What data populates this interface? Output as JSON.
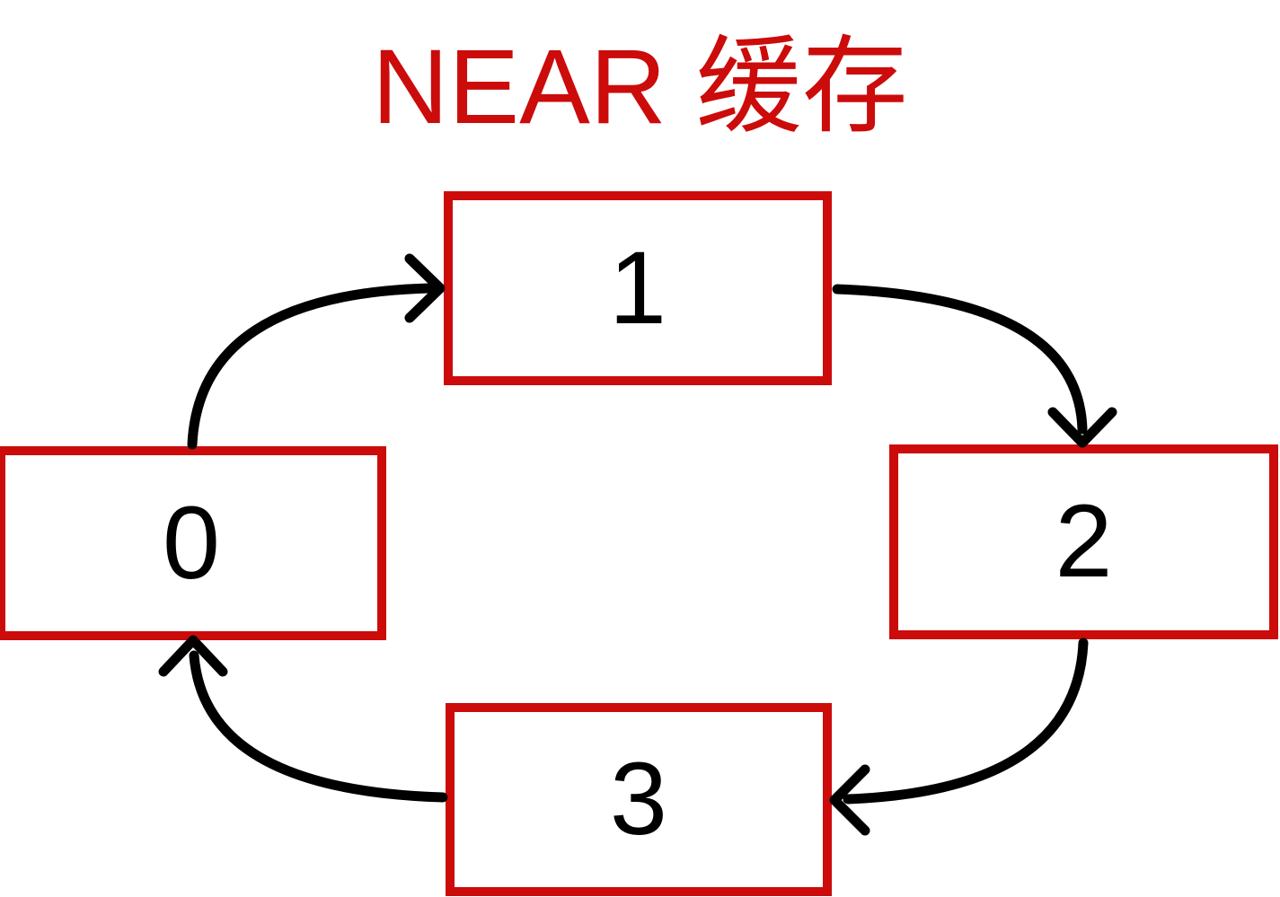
{
  "title": "NEAR 缓存",
  "colors": {
    "accent_red": "#cc0b0b",
    "arrow_black": "#000000",
    "background": "#ffffff",
    "text_black": "#000000"
  },
  "diagram": {
    "type": "cycle",
    "nodes": [
      {
        "id": "0",
        "label": "0"
      },
      {
        "id": "1",
        "label": "1"
      },
      {
        "id": "2",
        "label": "2"
      },
      {
        "id": "3",
        "label": "3"
      }
    ],
    "edges": [
      {
        "from": "0",
        "to": "1"
      },
      {
        "from": "1",
        "to": "2"
      },
      {
        "from": "2",
        "to": "3"
      },
      {
        "from": "3",
        "to": "0"
      }
    ]
  }
}
